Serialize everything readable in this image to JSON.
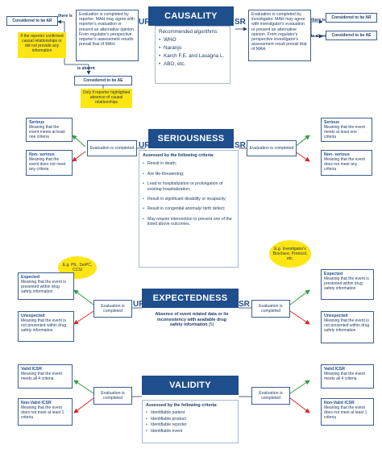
{
  "causality": {
    "title": "CAUSALITY",
    "ur": "UR",
    "sr": "SR",
    "reporter_box": "Evaluation is completed by reporter. MAH may agree with reporter's evaluation or present an alternative opinion. From regulator's perspective reporter's assessment results prevail that of MAH.",
    "investigator_box": "Evaluation is completed by investigator. MAH may agree with investigator's evaluation or present an alternative opinion. From regulator's perspective investigator's assessment result prevail that of MAH.",
    "algorithms_label": "Recommended algorithms:",
    "algorithms": [
      "WHO",
      "Naranjo",
      "Karch F.E. and Lasagna L.",
      "ABO, etc."
    ],
    "left_ae_top": "Considered to be AR",
    "left_there_is": "there is",
    "left_is_absent": "is absent",
    "left_ae_bottom": "Considered to be AE",
    "right_there_is": "there is",
    "right_is_absent": "is absent",
    "right_ae_top": "Considered to be AR",
    "right_ae_bottom": "Considered to be AE",
    "yellow_left": "If the reporter confirmed causal relationships or did not provide any information",
    "yellow_center": "Only if reporter highlighted absence of causal relationships"
  },
  "seriousness": {
    "title": "SERIOUSNESS",
    "ur": "UR",
    "sr": "SR",
    "eval_left": "Evaluation is completed",
    "eval_right": "Evaluation is completed",
    "criteria_header": "Assessed by the following criteria:",
    "criteria": [
      "Result in death;",
      "Are life-threatening;",
      "Lead to hospitalization or prolongation of existing hospitalization;",
      "Result in significant disability or incapacity;",
      "Result in congenital anomaly/ birth defect;",
      "May require intervention to prevent one of the listed above outcomes."
    ],
    "left_serious_title": "Serious",
    "left_serious_text": "Meaning that the event meets at least one criteria",
    "left_nonserious_title": "Non- serious",
    "left_nonserious_text": "Meaning that the event does not meet any criteria",
    "right_serious_title": "Serious",
    "right_serious_text": "Meaning that the event meets at least one criteria",
    "right_nonserious_title": "Non- serious",
    "right_nonserious_text": "Meaning that the event does not meet any criteria"
  },
  "expectedness": {
    "title": "EXPECTEDNESS",
    "ur": "UR",
    "sr": "SR",
    "eval_left": "Evaluation is completed",
    "eval_right": "Evaluation is completed",
    "center_text": "Absence of event related data or its inconsistency with available drug safety information",
    "center_ref": "[5]",
    "bubble_left": "E.g. PIL, SmPC, CCSI",
    "bubble_right": "E.g. Investigator's Brochure, Protocol, etc.",
    "left_expected_title": "Expected",
    "left_expected_text": "Meaning that the event is presented within drug safety information",
    "left_unexpected_title": "Unexpected",
    "left_unexpected_text": "Meaning that the event is not presented within drug safety information",
    "right_expected_title": "Expected",
    "right_expected_text": "Meaning that the event is presented within drug safety information",
    "right_unexpected_title": "Unexpected",
    "right_unexpected_text": "Meaning that the event is not presented within drug safety information"
  },
  "validity": {
    "title": "VALIDITY",
    "eval_left": "Evaluation is completed",
    "eval_right": "Evaluation is completed",
    "criteria_header": "Assessed by the following criteria:",
    "criteria": [
      "Identifiable patient",
      "Identifiable product",
      "Identifiable reporter",
      "Identifiable event"
    ],
    "left_valid_title": "Valid ICSR",
    "left_valid_text": "Meaning that the event meets all 4 criteria",
    "left_nonvalid_title": "Non-Valid ICSR",
    "left_nonvalid_text": "Meaning that the event does not meet at least 1 criteria",
    "right_valid_title": "Valid ICSR",
    "right_valid_text": "Meaning that the event meets all 4 criteria",
    "right_nonvalid_title": "Non-Valid ICSR",
    "right_nonvalid_text": "Meaning that the event does not meet at least 1 criteria"
  },
  "colors": {
    "banner": "#1f4e8c",
    "arrow_green": "#2e9e3e",
    "arrow_red": "#d62828",
    "yellow": "#ffe512"
  }
}
